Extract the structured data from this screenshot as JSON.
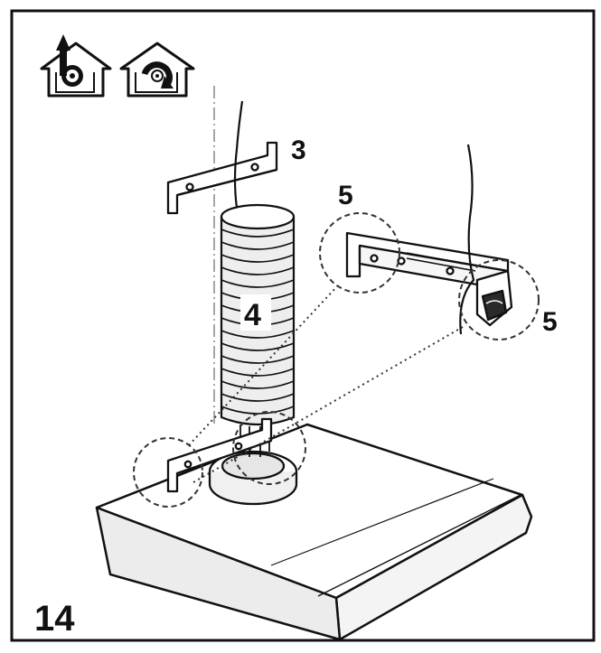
{
  "figure": {
    "step_number": "14",
    "labels": {
      "top_bracket": "3",
      "duct": "4",
      "detail_circle_left": "5",
      "detail_circle_right": "5"
    },
    "icons": [
      "extraction-mode-house-icon",
      "recirculation-mode-house-icon"
    ],
    "colors": {
      "line": "#111111",
      "background": "#ffffff",
      "hood_fill": "#f4f4f4",
      "duct_fill": "#eeeeee"
    }
  }
}
